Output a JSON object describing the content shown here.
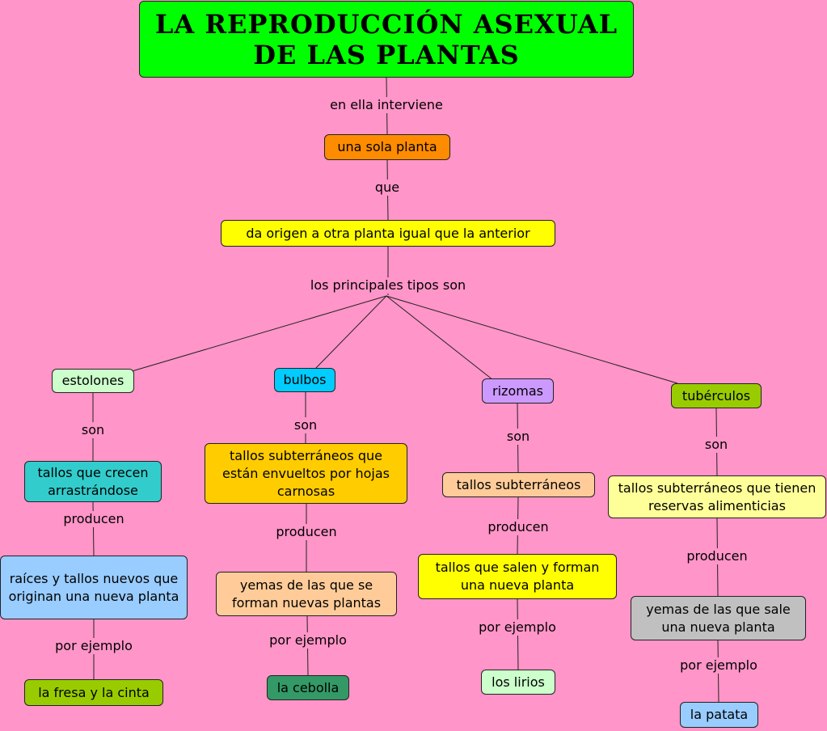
{
  "title": "LA REPRODUCCIÓN ASEXUAL\nDE LAS PLANTAS",
  "colors": {
    "background": "#ff95c8",
    "title": "#00ff00",
    "una_sola_planta": "#ff8c00",
    "da_origen": "#ffff00",
    "estolones": "#ccffcc",
    "bulbos": "#00ccff",
    "rizomas": "#cc99ff",
    "tuberculos": "#99cc00"
  },
  "links": {
    "en_ella_interviene": "en ella interviene",
    "que": "que",
    "los_principales_tipos_son": "los principales tipos son",
    "son": "son",
    "producen": "producen",
    "por_ejemplo": "por ejemplo"
  },
  "nodes": {
    "una_sola_planta": "una sola planta",
    "da_origen": "da origen a otra planta igual que la anterior",
    "estolones": "estolones",
    "bulbos": "bulbos",
    "rizomas": "rizomas",
    "tuberculos": "tubérculos",
    "estolones_son": "tallos que crecen arrastrándose",
    "bulbos_son": "tallos subterráneos que están envueltos por hojas carnosas",
    "rizomas_son": "tallos subterráneos",
    "tuberculos_son": "tallos subterráneos que tienen reservas alimenticias",
    "estolones_producen": "raíces y tallos nuevos que originan una nueva planta",
    "bulbos_producen": "yemas de las que se forman nuevas plantas",
    "rizomas_producen": "tallos que salen y forman una nueva planta",
    "tuberculos_producen": "yemas de las que sale una nueva planta",
    "estolones_ejemplo": "la fresa y la cinta",
    "bulbos_ejemplo": "la cebolla",
    "rizomas_ejemplo": "los lirios",
    "tuberculos_ejemplo": "la patata"
  }
}
